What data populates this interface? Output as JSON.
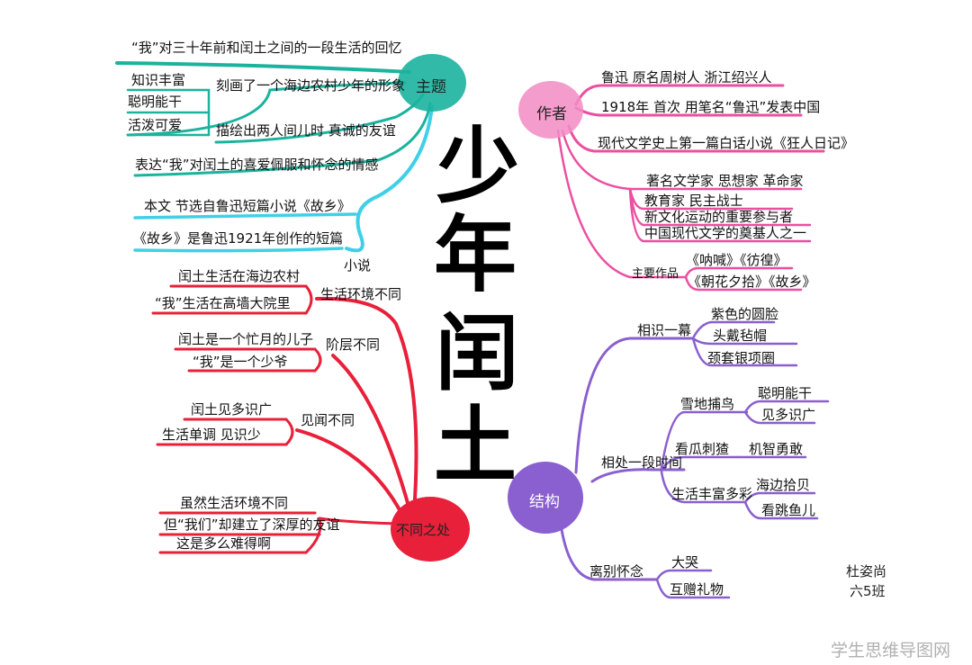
{
  "title": [
    "少",
    "年",
    "闰",
    "土"
  ],
  "colors": {
    "teal": "#1bb39e",
    "pink": "#ec4fa0",
    "red": "#e8203a",
    "purple": "#8a5fd0",
    "cyan": "#3fd0e8"
  },
  "theme": {
    "label": "主题",
    "lines": [
      "“我”对三十年前和闰土之间的一段生活的回忆",
      "知识丰富",
      "聪明能干",
      "活泼可爱",
      "刻画了一个海边农村少年的形象",
      "描绘出两人间儿时 真诚的友谊",
      "表达“我”对闰土的喜爱佩服和怀念的情感",
      "本文 节选自鲁迅短篇小说《故乡》",
      "《故乡》是鲁迅1921年创作的短篇",
      "小说"
    ]
  },
  "author": {
    "label": "作者",
    "lines": [
      "鲁迅  原名周树人  浙江绍兴人",
      "1918年 首次 用笔名“鲁迅”发表中国",
      "现代文学史上第一篇白话小说《狂人日记》",
      "著名文学家 思想家 革命家",
      "教育家  民主战士",
      "新文化运动的重要参与者",
      "中国现代文学的奠基人之一",
      "主要作品",
      "《呐喊》《彷徨》",
      "《朝花夕拾》《故乡》"
    ]
  },
  "differ": {
    "label": "不同之处",
    "branches": [
      {
        "label": "生活环境不同",
        "items": [
          "闰土生活在海边农村",
          "“我”生活在高墙大院里"
        ]
      },
      {
        "label": "阶层不同",
        "items": [
          "闰土是一个忙月的儿子",
          "“我”是一个少爷"
        ]
      },
      {
        "label": "见闻不同",
        "items": [
          "闰土见多识广",
          "生活单调 见识少"
        ]
      }
    ],
    "notes": [
      "虽然生活环境不同",
      "但“我们”却建立了深厚的友谊",
      "这是多么难得啊"
    ]
  },
  "structure": {
    "label": "结构",
    "branches": [
      {
        "label": "相识一幕",
        "items": [
          "紫色的圆脸",
          "头戴毡帽",
          "颈套银项圈"
        ]
      },
      {
        "label": "相处一段时间",
        "sub": [
          {
            "label": "雪地捕鸟",
            "items": [
              "聪明能干",
              "见多识广"
            ]
          },
          {
            "label": "看瓜刺猹",
            "items": [
              "机智勇敢"
            ]
          },
          {
            "label": "生活丰富多彩",
            "items": [
              "海边拾贝",
              "看跳鱼儿"
            ]
          }
        ]
      },
      {
        "label": "离别怀念",
        "items": [
          "大哭",
          "互赠礼物"
        ]
      }
    ]
  },
  "signature": [
    "杜姿尚",
    "六5班"
  ],
  "watermark": "学生思维导图网"
}
